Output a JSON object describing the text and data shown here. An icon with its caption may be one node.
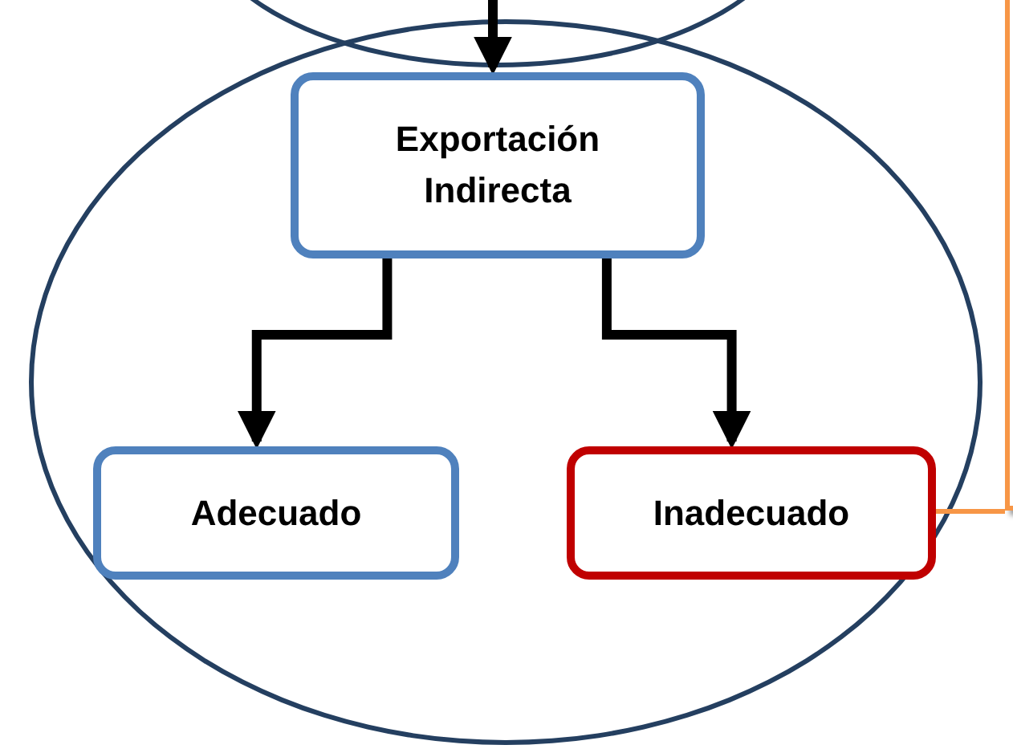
{
  "diagram": {
    "nodes": [
      {
        "text": [],
        "shape": "ellipse"
      },
      {
        "text": [],
        "shape": "ellipse"
      },
      {
        "text": [
          "Exportación Indirecta"
        ],
        "in": 1
      },
      {
        "text": [
          "Adecuado"
        ],
        "in": 1
      },
      {
        "text": [
          "Inadecuado"
        ],
        "in": 1
      },
      {
        "text": [],
        "shape": "box"
      }
    ],
    "edges": [
      {
        "from": 0,
        "to": 2,
        "arrow": "to"
      },
      {
        "from": 2,
        "to": 3,
        "arrow": "to"
      },
      {
        "from": 2,
        "to": 4,
        "arrow": "to"
      },
      {
        "from": 4,
        "to": 5,
        "arrow": "none",
        "color": "#f79646"
      }
    ]
  }
}
